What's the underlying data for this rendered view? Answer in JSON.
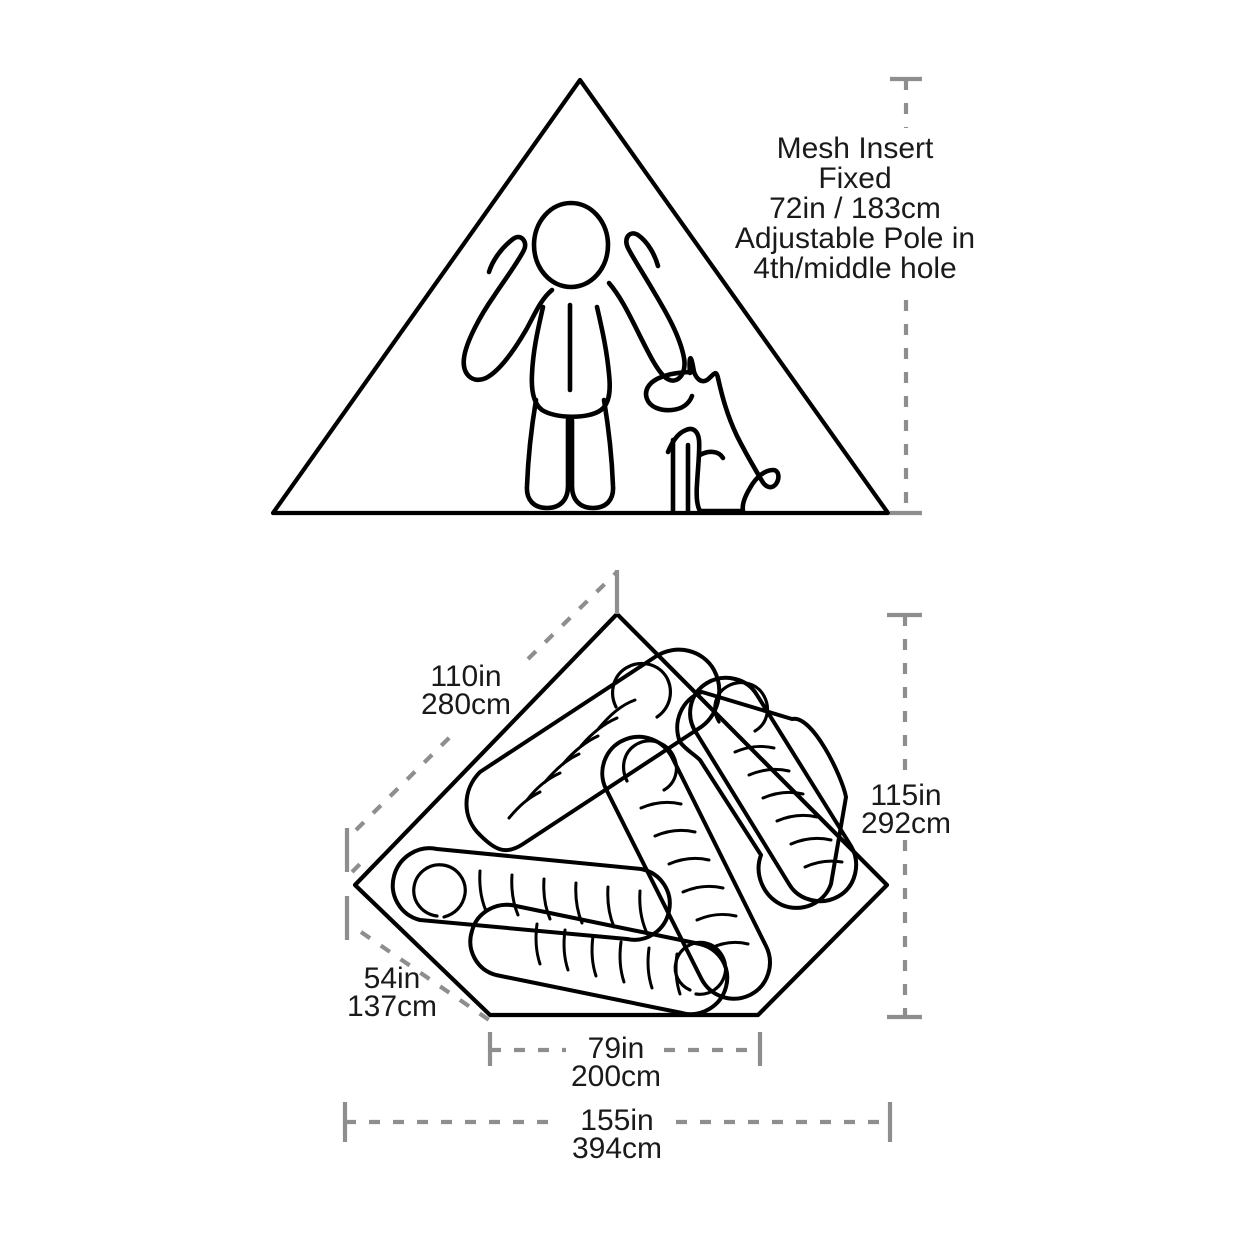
{
  "diagram": {
    "title": "Tent Dimension Specification Diagram",
    "stroke_color": "#000000",
    "dimension_color": "#8e8e8e",
    "background_color": "#ffffff"
  },
  "elevation": {
    "name": "front-elevation-view",
    "shape": "triangle",
    "occupants": [
      "person",
      "dog"
    ],
    "height_note": {
      "lines": [
        "Mesh Insert",
        "Fixed",
        "72in / 183cm",
        "Adjustable Pole in",
        "4th/middle hole"
      ],
      "line1": "Mesh Insert",
      "line2": "Fixed",
      "line3": "72in / 183cm",
      "line4": "Adjustable Pole in",
      "line5": "4th/middle hole"
    }
  },
  "floorplan": {
    "name": "floor-plan-view",
    "shape": "pentagon",
    "sleeping_bags": 4,
    "dimensions": {
      "diagonal_side": {
        "in": "110in",
        "cm": "280cm"
      },
      "depth": {
        "in": "115in",
        "cm": "292cm"
      },
      "side_wall": {
        "in": "54in",
        "cm": "137cm"
      },
      "back_width": {
        "in": "79in",
        "cm": "200cm"
      },
      "overall_width": {
        "in": "155in",
        "cm": "394cm"
      }
    }
  }
}
